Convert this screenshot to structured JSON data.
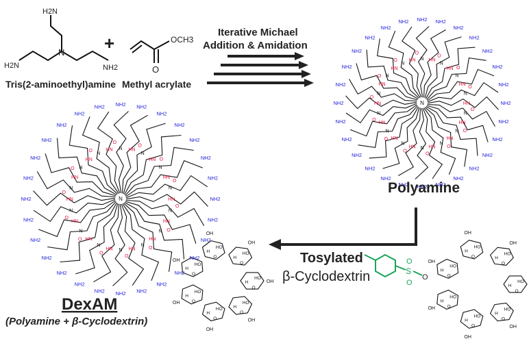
{
  "reactants": {
    "amine_name": "Tris(2-aminoethyl)amine",
    "acrylate_name": "Methyl acrylate",
    "plus": "+",
    "atoms": {
      "n": "N",
      "nh2": "NH2",
      "h2n": "H2N",
      "o": "O",
      "och3": "OCH3"
    }
  },
  "step1": {
    "line1": "Iterative Michael",
    "line2": "Addition & Amidation"
  },
  "polyamine": {
    "label": "Polyamine"
  },
  "step2": {
    "line1": "Tosylated",
    "line2": "β-Cyclodextrin"
  },
  "product": {
    "name": "DexAM",
    "subtitle": "(Polyamine + β-Cyclodextrin)"
  },
  "dendrimer_atoms": {
    "terminal": "NH2",
    "interior": "HN",
    "carbonyl": "O",
    "branch": "N"
  },
  "cyclodextrin_atoms": {
    "hydroxyl": "OH",
    "ho": "HO",
    "h": "H",
    "o": "O"
  },
  "tosyl_atoms": {
    "s": "S",
    "o": "O"
  },
  "colors": {
    "terminal_amine": "#1a1ad6",
    "amide": "#e0103a",
    "bond": "#111111",
    "tosyl": "#1aa35a",
    "text": "#222222",
    "arrow": "#222222"
  },
  "icons": [
    "dendrimer-polyamine",
    "dendrimer-dexam",
    "cyclodextrin-ring",
    "tosyl-group",
    "reaction-arrow"
  ]
}
